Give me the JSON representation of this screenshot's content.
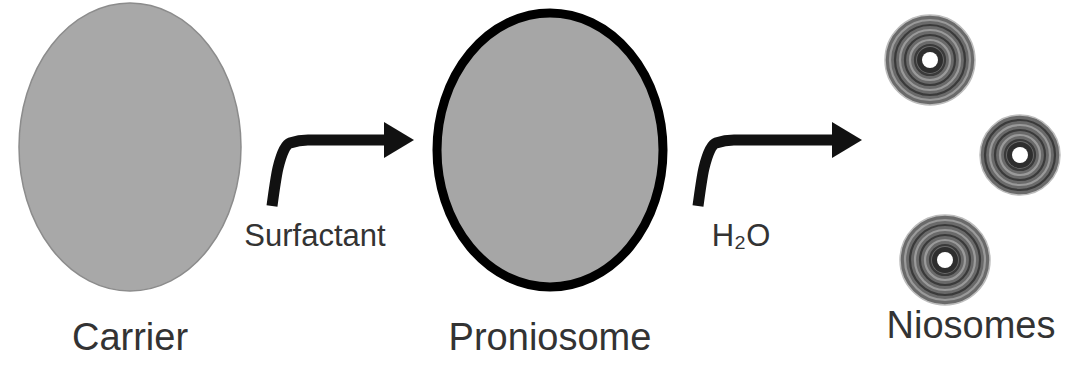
{
  "diagram": {
    "nodes": [
      {
        "text": [
          "Carrier"
        ]
      },
      {
        "text": [
          "Proniosome"
        ]
      },
      {
        "text": [
          "Niosomes"
        ]
      }
    ],
    "edges": [
      {
        "from": 0,
        "to": 1,
        "label": "Surfactant",
        "arrow": "to"
      },
      {
        "from": 1,
        "to": 2,
        "label": "H₂O",
        "arrow": "to"
      }
    ]
  }
}
